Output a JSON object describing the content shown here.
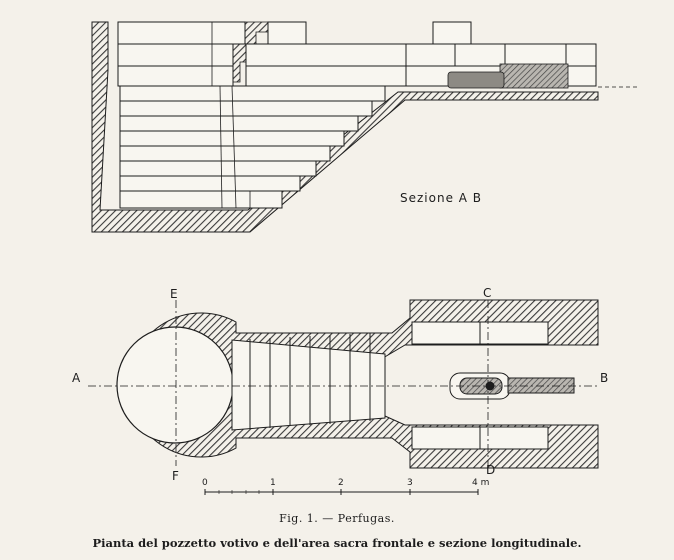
{
  "section_label": "Sezione A B",
  "plan_labels": {
    "a": "A",
    "b": "B",
    "c": "C",
    "d": "D",
    "e": "E",
    "f": "F"
  },
  "scale": {
    "ticks": [
      "0",
      "1",
      "2",
      "3",
      "4 m"
    ]
  },
  "caption": {
    "figure": "Fig. 1. — Perfugas.",
    "title": "Pianta del pozzetto votivo e dell'area sacra frontale e sezione longitudinale."
  },
  "colors": {
    "ink": "#1d1d1d",
    "paper": "#f4f1ea",
    "hatch": "#555555"
  }
}
